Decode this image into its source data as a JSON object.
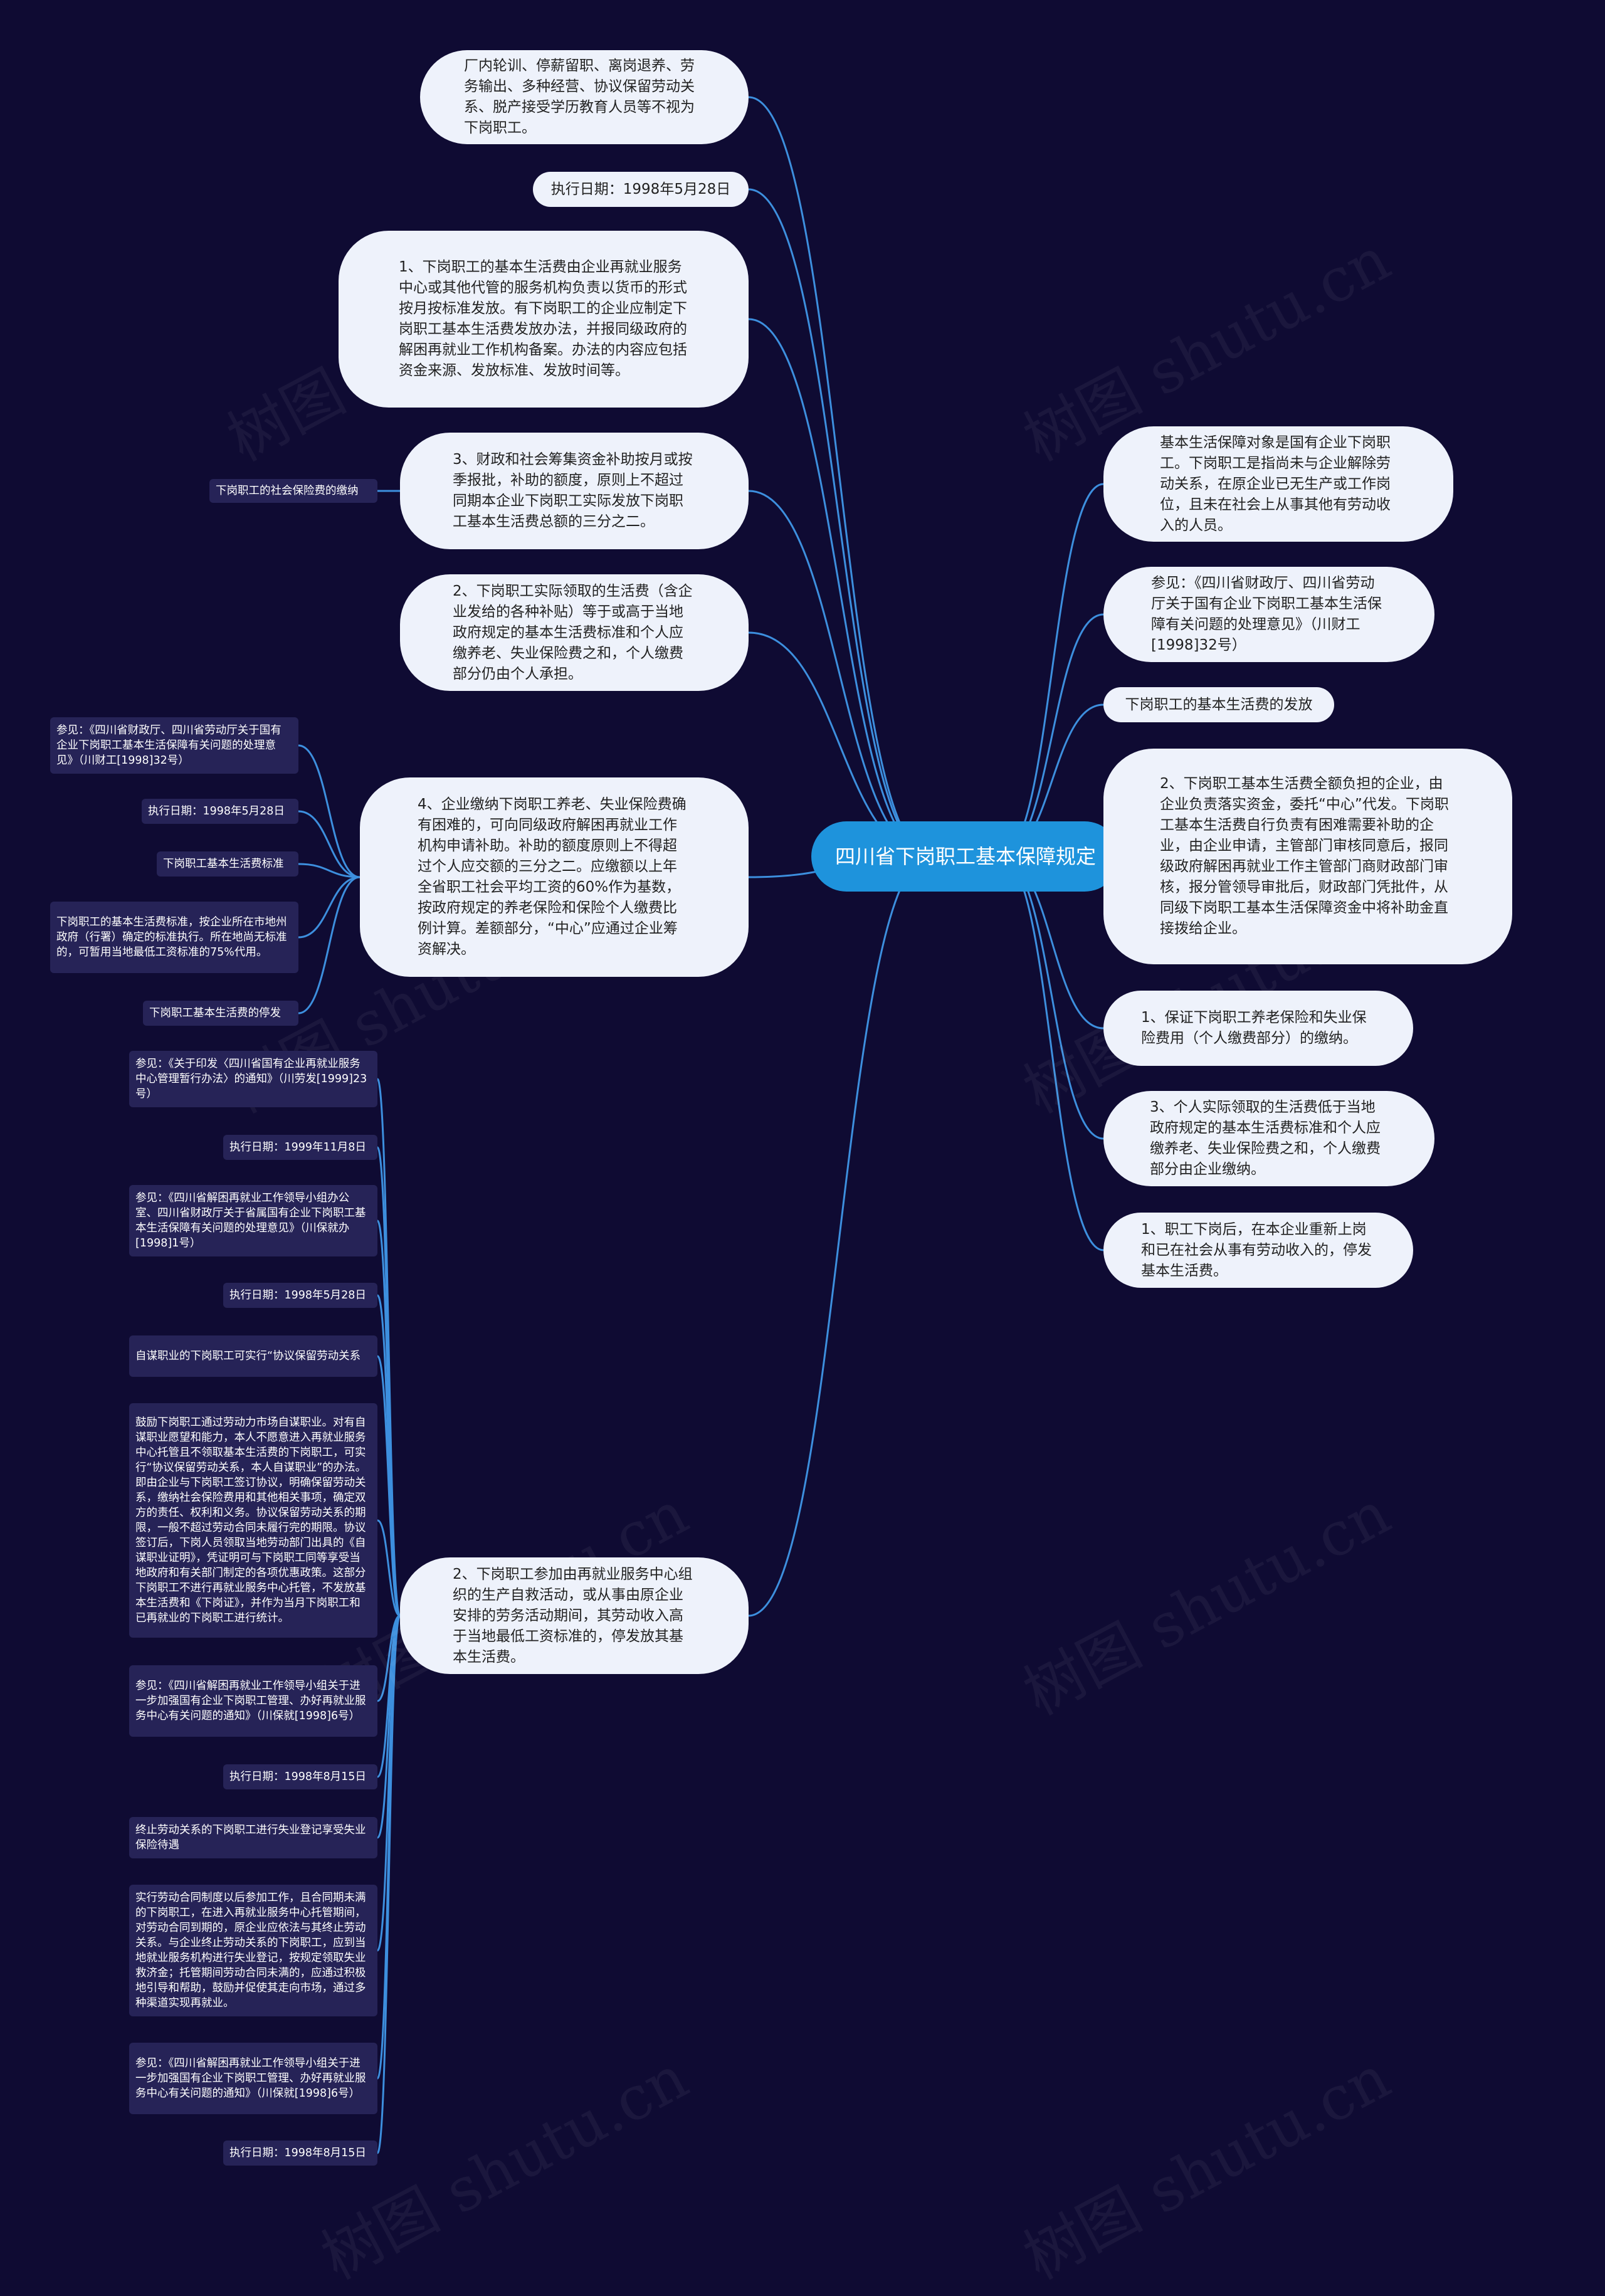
{
  "root": {
    "label": "四川省下岗职工基本保障规定"
  },
  "left": [
    {
      "id": "L1",
      "text": "厂内轮训、停薪留职、离岗退养、劳务输出、多种经营、协议保留劳动关系、脱产接受学历教育人员等不视为下岗职工。"
    },
    {
      "id": "L2",
      "text": "执行日期：1998年5月28日"
    },
    {
      "id": "L3",
      "text": "1、下岗职工的基本生活费由企业再就业服务中心或其他代管的服务机构负责以货币的形式按月按标准发放。有下岗职工的企业应制定下岗职工基本生活费发放办法，并报同级政府的解困再就业工作机构备案。办法的内容应包括资金来源、发放标准、发放时间等。"
    },
    {
      "id": "L4",
      "text": "3、财政和社会筹集资金补助按月或按季报批，补助的额度，原则上不超过同期本企业下岗职工实际发放下岗职工基本生活费总额的三分之二。",
      "children": [
        {
          "id": "L4a",
          "text": "下岗职工的社会保险费的缴纳"
        }
      ]
    },
    {
      "id": "L5",
      "text": "2、下岗职工实际领取的生活费（含企业发给的各种补贴）等于或高于当地政府规定的基本生活费标准和个人应缴养老、失业保险费之和，个人缴费部分仍由个人承担。"
    },
    {
      "id": "L6",
      "text": "4、企业缴纳下岗职工养老、失业保险费确有困难的，可向同级政府解困再就业工作机构申请补助。补助的额度原则上不得超过个人应交额的三分之二。应缴额以上年全省职工社会平均工资的60%作为基数，按政府规定的养老保险和保险个人缴费比例计算。差额部分，“中心”应通过企业筹资解决。",
      "children": [
        {
          "id": "L6a",
          "text": "参见：《四川省财政厅、四川省劳动厅关于国有企业下岗职工基本生活保障有关问题的处理意见》（川财工[1998]32号）"
        },
        {
          "id": "L6b",
          "text": "执行日期：1998年5月28日"
        },
        {
          "id": "L6c",
          "text": "下岗职工基本生活费标准"
        },
        {
          "id": "L6d",
          "text": "下岗职工的基本生活费标准，按企业所在市地州政府（行署）确定的标准执行。所在地尚无标准的，可暂用当地最低工资标准的75%代用。"
        },
        {
          "id": "L6e",
          "text": "下岗职工基本生活费的停发"
        }
      ]
    },
    {
      "id": "L7",
      "text": "2、下岗职工参加由再就业服务中心组织的生产自救活动，或从事由原企业安排的劳务活动期间，其劳动收入高于当地最低工资标准的，停发放其基本生活费。",
      "children": [
        {
          "id": "L7a",
          "text": "参见：《关于印发〈四川省国有企业再就业服务中心管理暂行办法〉的通知》（川劳发[1999]23号）"
        },
        {
          "id": "L7b",
          "text": "执行日期：1999年11月8日"
        },
        {
          "id": "L7c",
          "text": "参见：《四川省解困再就业工作领导小组办公室、四川省财政厅关于省属国有企业下岗职工基本生活保障有关问题的处理意见》（川保就办[1998]1号）"
        },
        {
          "id": "L7d",
          "text": "执行日期：1998年5月28日"
        },
        {
          "id": "L7e",
          "text": "自谋职业的下岗职工可实行“协议保留劳动关系"
        },
        {
          "id": "L7f",
          "text": "鼓励下岗职工通过劳动力市场自谋职业。对有自谋职业愿望和能力，本人不愿意进入再就业服务中心托管且不领取基本生活费的下岗职工，可实行“协议保留劳动关系，本人自谋职业”的办法。即由企业与下岗职工签订协议，明确保留劳动关系，缴纳社会保险费用和其他相关事项，确定双方的责任、权利和义务。协议保留劳动关系的期限，一般不超过劳动合同未履行完的期限。协议签订后，下岗人员领取当地劳动部门出具的《自谋职业证明》，凭证明可与下岗职工同等享受当地政府和有关部门制定的各项优惠政策。这部分下岗职工不进行再就业服务中心托管，不发放基本生活费和《下岗证》，并作为当月下岗职工和已再就业的下岗职工进行统计。"
        },
        {
          "id": "L7g",
          "text": "参见：《四川省解困再就业工作领导小组关于进一步加强国有企业下岗职工管理、办好再就业服务中心有关问题的通知》（川保就[1998]6号）"
        },
        {
          "id": "L7h",
          "text": "执行日期：1998年8月15日"
        },
        {
          "id": "L7i",
          "text": "终止劳动关系的下岗职工进行失业登记享受失业保险待遇"
        },
        {
          "id": "L7j",
          "text": "实行劳动合同制度以后参加工作，且合同期未满的下岗职工，在进入再就业服务中心托管期间，对劳动合同到期的，原企业应依法与其终止劳动关系。与企业终止劳动关系的下岗职工，应到当地就业服务机构进行失业登记，按规定领取失业救济金；托管期间劳动合同未满的，应通过积极地引导和帮助，鼓励并促使其走向市场，通过多种渠道实现再就业。"
        },
        {
          "id": "L7k",
          "text": "参见：《四川省解困再就业工作领导小组关于进一步加强国有企业下岗职工管理、办好再就业服务中心有关问题的通知》（川保就[1998]6号）"
        },
        {
          "id": "L7l",
          "text": "执行日期：1998年8月15日"
        }
      ]
    }
  ],
  "right": [
    {
      "id": "R1",
      "text": "基本生活保障对象是国有企业下岗职工。下岗职工是指尚未与企业解除劳动关系，在原企业已无生产或工作岗位，且未在社会上从事其他有劳动收入的人员。"
    },
    {
      "id": "R2",
      "text": "参见：《四川省财政厅、四川省劳动厅关于国有企业下岗职工基本生活保障有关问题的处理意见》（川财工[1998]32号）"
    },
    {
      "id": "R3",
      "text": "下岗职工的基本生活费的发放"
    },
    {
      "id": "R4",
      "text": "2、下岗职工基本生活费全额负担的企业，由企业负责落实资金，委托“中心”代发。下岗职工基本生活费自行负责有困难需要补助的企业，由企业申请，主管部门审核同意后，报同级政府解困再就业工作主管部门商财政部门审核，报分管领导审批后，财政部门凭批件，从同级下岗职工基本生活保障资金中将补助金直接拨给企业。"
    },
    {
      "id": "R5",
      "text": "1、保证下岗职工养老保险和失业保险费用（个人缴费部分）的缴纳。"
    },
    {
      "id": "R6",
      "text": "3、个人实际领取的生活费低于当地政府规定的基本生活费标准和个人应缴养老、失业保险费之和，个人缴费部分由企业缴纳。"
    },
    {
      "id": "R7",
      "text": "1、职工下岗后，在本企业重新上岗和已在社会从事有劳动收入的，停发基本生活费。"
    }
  ],
  "watermark": "树图 shutu.cn"
}
